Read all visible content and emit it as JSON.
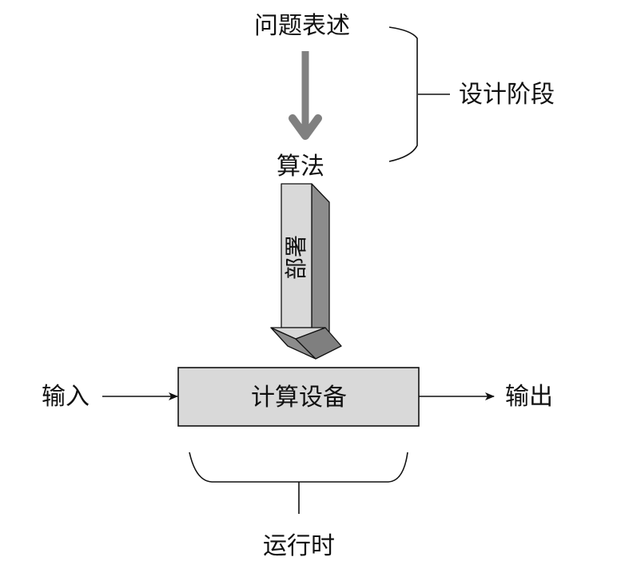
{
  "diagram": {
    "design_phase": {
      "problem_statement": "问题表述",
      "algorithm": "算法",
      "bracket_label": "设计阶段"
    },
    "deployment": {
      "label": "部署"
    },
    "runtime": {
      "device": "计算设备",
      "input": "输入",
      "output": "输出",
      "bracket_label": "运行时"
    },
    "colors": {
      "gray_arrow": "#808080",
      "arrow_front": "#d9d9d9",
      "arrow_side": "#8c8c8c",
      "device_fill": "#d9d9d9",
      "stroke": "#111111"
    }
  }
}
